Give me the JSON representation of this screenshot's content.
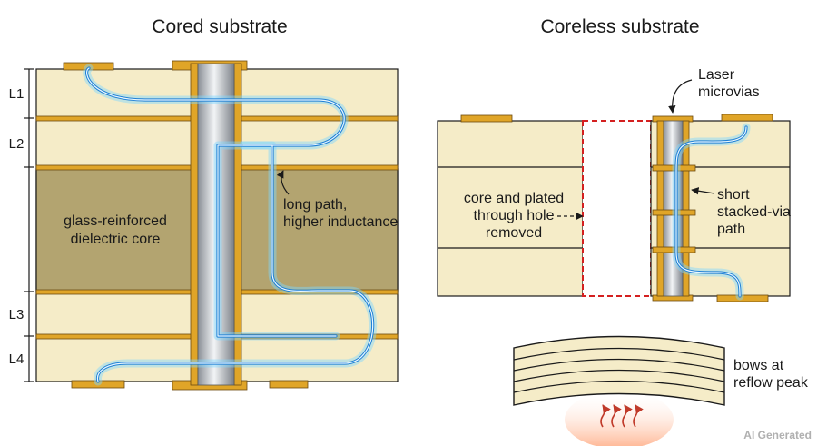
{
  "titles": {
    "cored": "Cored substrate",
    "coreless": "Coreless substrate"
  },
  "cored": {
    "layers": [
      "L1",
      "L2",
      "L3",
      "L4"
    ],
    "core_label": [
      "glass-reinforced",
      "dielectric core"
    ],
    "path_label": [
      "long path,",
      "higher inductance"
    ]
  },
  "coreless": {
    "removed_label": [
      "core and plated",
      "through hole",
      "removed"
    ],
    "microvia_label": [
      "Laser",
      "microvias"
    ],
    "path_label": [
      "short",
      "stacked-via",
      "path"
    ]
  },
  "bow": {
    "label": [
      "bows at",
      "reflow peak"
    ]
  },
  "watermark": "AI Generated",
  "colors": {
    "laminate": "#f5ecc8",
    "core": "#b3a470",
    "copper": "#e0a528",
    "signal_glow": "#1e7fd6",
    "removed_outline": "#d42020"
  }
}
